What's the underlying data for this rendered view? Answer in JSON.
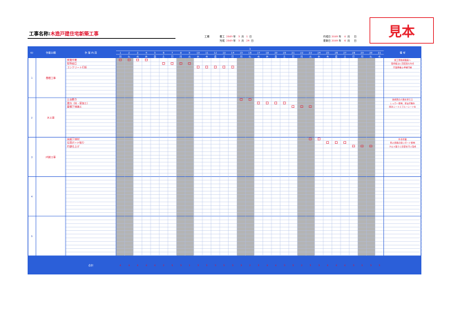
{
  "header": {
    "title_label": "工事名称:",
    "title_value": "木造戸建住宅新築工事",
    "period_label": "工期",
    "start": {
      "label": "着工",
      "year": "2049",
      "year_unit": "年",
      "month": "3",
      "month_unit": "月",
      "day": "1",
      "day_unit": "日"
    },
    "end": {
      "label": "完成",
      "year": "2049",
      "year_unit": "年",
      "month": "3",
      "month_unit": "月",
      "day": "29",
      "day_unit": "日"
    },
    "created": {
      "label": "作成日",
      "year": "2049",
      "year_unit": "年",
      "month": "4",
      "month_unit": "月",
      "day": "",
      "day_unit": "日"
    },
    "updated": {
      "label": "更新日",
      "year": "2049",
      "year_unit": "年",
      "month": "6",
      "month_unit": "月",
      "day": "",
      "day_unit": "日"
    }
  },
  "stamp": "見本",
  "table": {
    "columns": {
      "no": "ID",
      "category": "作業分類",
      "work": "作 業 内 容",
      "notes": "備 考",
      "month": "3"
    },
    "days": [
      "1",
      "2",
      "3",
      "4",
      "5",
      "6",
      "7",
      "8",
      "9",
      "10",
      "11",
      "12",
      "13",
      "14",
      "15",
      "16",
      "17",
      "18",
      "19",
      "20",
      "21",
      "22",
      "23",
      "24",
      "25",
      "26",
      "27",
      "28",
      "29",
      "30",
      "31"
    ],
    "weekdays": [
      "月",
      "火",
      "水",
      "木",
      "金",
      "土",
      "日",
      "月",
      "火",
      "水",
      "木",
      "金",
      "土",
      "日",
      "月",
      "火",
      "水",
      "木",
      "金",
      "土",
      "日",
      "月",
      "火",
      "水",
      "木",
      "金",
      "土",
      "日",
      "月",
      "火",
      "水"
    ],
    "shaded_days": [
      1,
      8,
      15,
      22,
      29
    ],
    "groups": [
      {
        "no": "1",
        "category": "基礎工事",
        "rows": [
          {
            "task": "鉄筋作業",
            "note": "施工現地場職員へ",
            "marks": [
              1,
              2,
              3,
              4
            ]
          },
          {
            "task": "型枠組立",
            "note": "型枠組立に高配置の方式",
            "marks": [
              6,
              7,
              8,
              9
            ]
          },
          {
            "task": "コンクリート打設",
            "note": "打設保養上手確打確",
            "marks": [
              10,
              11,
              12,
              13,
              14
            ]
          }
        ]
      },
      {
        "no": "2",
        "category": "木工事",
        "rows": [
          {
            "task": "土台敷き",
            "note": "技術者の人数を抑える",
            "marks": [
              15,
              16
            ]
          },
          {
            "task": "建方（柱・梁加工）",
            "note": "レッカー使用、安全対策を",
            "marks": [
              17,
              18,
              19,
              20
            ]
          },
          {
            "task": "屋根下地施工",
            "note": "防水シートとブルーシートを",
            "marks": [
              21,
              22,
              23
            ]
          }
        ]
      },
      {
        "no": "3",
        "category": "内装工事",
        "rows": [
          {
            "task": "床組下地材",
            "note": "外注作業",
            "marks": [
              23,
              24
            ]
          },
          {
            "task": "石膏ボード貼り",
            "note": "防火性能の良いボード使用",
            "marks": [
              25,
              26,
              27
            ]
          },
          {
            "task": "内部仕上げ",
            "note": "クロス張りと塗装を行い完成",
            "marks": [
              28,
              29,
              30
            ]
          }
        ]
      },
      {
        "no": "4",
        "category": "",
        "rows": []
      },
      {
        "no": "5",
        "category": "",
        "rows": []
      }
    ],
    "total_label": "合計",
    "totals": [
      "4",
      "4",
      "4",
      "4",
      "4",
      "2",
      "3",
      "3",
      "1",
      "3",
      "3",
      "3",
      "3",
      "3",
      "3",
      "2",
      "3",
      "4",
      "4",
      "3",
      "3",
      "2",
      "3",
      "3",
      "4",
      "4",
      "4",
      "3",
      "2",
      "3",
      "3"
    ]
  }
}
